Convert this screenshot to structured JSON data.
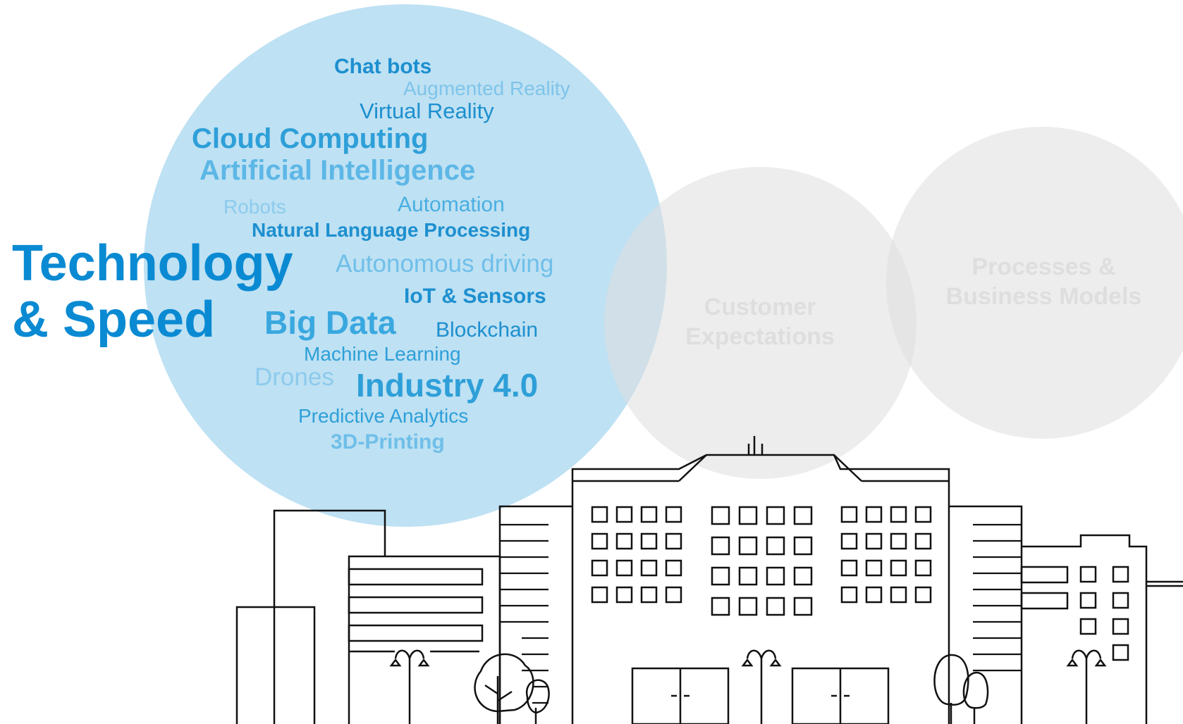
{
  "colors": {
    "tech_circle": "#b0daf0",
    "gray_circle": "#dedede",
    "title_blue": "#0a8ad2",
    "word_dark": "#1d8fcf",
    "word_mid": "#3aa8df",
    "word_light": "#8dcbed"
  },
  "tech_circle": {
    "title_line1": "Technology",
    "title_line2": "& Speed"
  },
  "customer_circle": {
    "line1": "Customer",
    "line2": "Expectations"
  },
  "process_circle": {
    "line1": "Processes &",
    "line2": "Business Models"
  },
  "words": {
    "chat_bots": "Chat bots",
    "augmented_reality": "Augmented Reality",
    "virtual_reality": "Virtual  Reality",
    "cloud_computing": "Cloud Computing",
    "artificial_intelligence": "Artificial Intelligence",
    "robots": "Robots",
    "automation": "Automation",
    "nlp": "Natural Language Processing",
    "autonomous_driving": "Autonomous driving",
    "iot": "IoT &  Sensors",
    "big_data": "Big Data",
    "blockchain": "Blockchain",
    "machine_learning": "Machine Learning",
    "drones": "Drones",
    "industry": "Industry 4.0",
    "predictive_analytics": "Predictive Analytics",
    "printing": "3D-Printing"
  },
  "illustration": {
    "icon": "city-skyline-icon"
  }
}
